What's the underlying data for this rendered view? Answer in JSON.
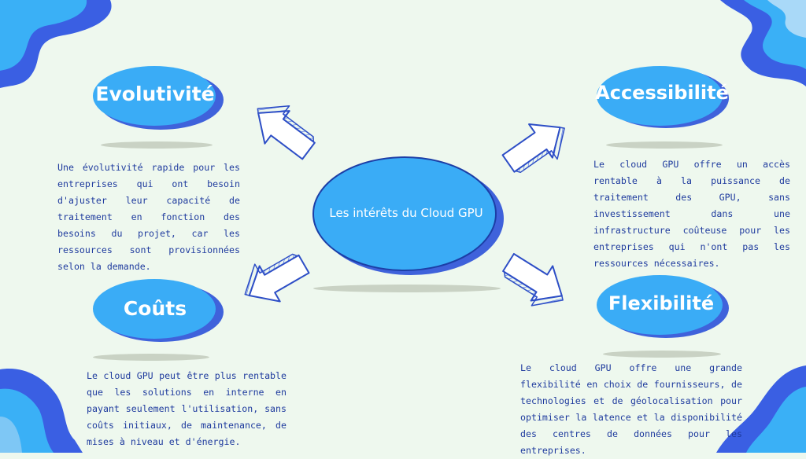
{
  "center": {
    "title": "Les intérêts du Cloud GPU"
  },
  "topics": [
    {
      "id": "evolutivite",
      "title": "Evolutivité",
      "text": "Une évolutivité rapide pour les entreprises qui ont besoin d'ajuster leur capacité de traitement en fonction des besoins du projet, car les ressources sont provisionnées selon la demande."
    },
    {
      "id": "accessibilite",
      "title": "Accessibilité",
      "text": "Le cloud GPU offre un accès rentable à la puissance de traitement des GPU, sans investissement dans une infrastructure coûteuse pour les entreprises qui n'ont pas les ressources nécessaires."
    },
    {
      "id": "couts",
      "title": "Coûts",
      "text": "Le cloud GPU peut être plus rentable que les solutions en interne en payant seulement l'utilisation, sans coûts initiaux, de maintenance, de mises à niveau et d'énergie."
    },
    {
      "id": "flexibilite",
      "title": "Flexibilité",
      "text": "Le cloud GPU offre une grande flexibilité en choix de fournisseurs, de technologies et de géolocalisation pour optimiser la latence et la disponibilité des centres de données pour les entreprises."
    }
  ],
  "colors": {
    "background": "#eef8ee",
    "bubble": "#3aacf6",
    "bubble_shadow": "#3f62db",
    "outline": "#1c3ea6",
    "text": "#1f3b9e",
    "wave_dark": "#3a5fe3",
    "wave_light": "#3ab0f6"
  }
}
